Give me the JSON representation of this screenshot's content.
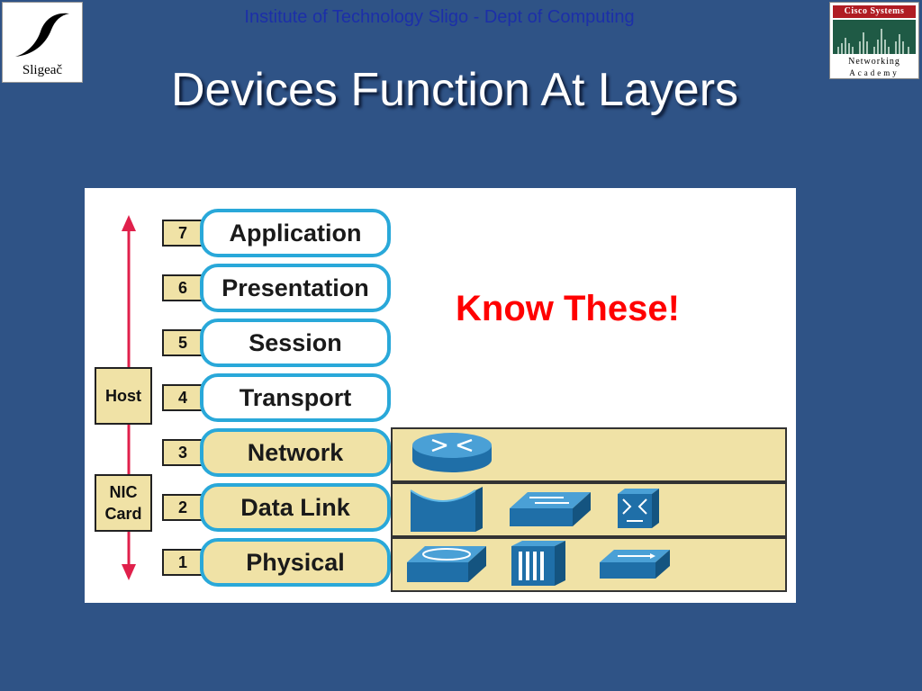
{
  "header": {
    "institution": "Institute of Technology Sligo - Dept of Computing",
    "title": "Devices Function At Layers"
  },
  "logos": {
    "left_text": "Sligeač",
    "right_top": "Cisco Systems",
    "right_line1": "Networking",
    "right_line2": "Academy"
  },
  "diagram": {
    "layers": [
      {
        "number": "7",
        "name": "Application"
      },
      {
        "number": "6",
        "name": "Presentation"
      },
      {
        "number": "5",
        "name": "Session"
      },
      {
        "number": "4",
        "name": "Transport"
      },
      {
        "number": "3",
        "name": "Network"
      },
      {
        "number": "2",
        "name": "Data Link"
      },
      {
        "number": "1",
        "name": "Physical"
      }
    ],
    "host_label": "Host",
    "nic_label_line1": "NIC",
    "nic_label_line2": "Card",
    "callout": "Know These!",
    "devices": {
      "network": [
        "router-icon"
      ],
      "data_link": [
        "bridge-icon",
        "switch-icon",
        "atm-switch-icon"
      ],
      "physical": [
        "hub-icon",
        "repeater-icon",
        "transceiver-icon"
      ]
    },
    "colors": {
      "background": "#2f5386",
      "layer_border": "#29a8d9",
      "band_fill": "#f0e2a6",
      "arrow": "#e0204b",
      "callout": "#ff0000",
      "header_text": "#1c2fa8"
    }
  }
}
